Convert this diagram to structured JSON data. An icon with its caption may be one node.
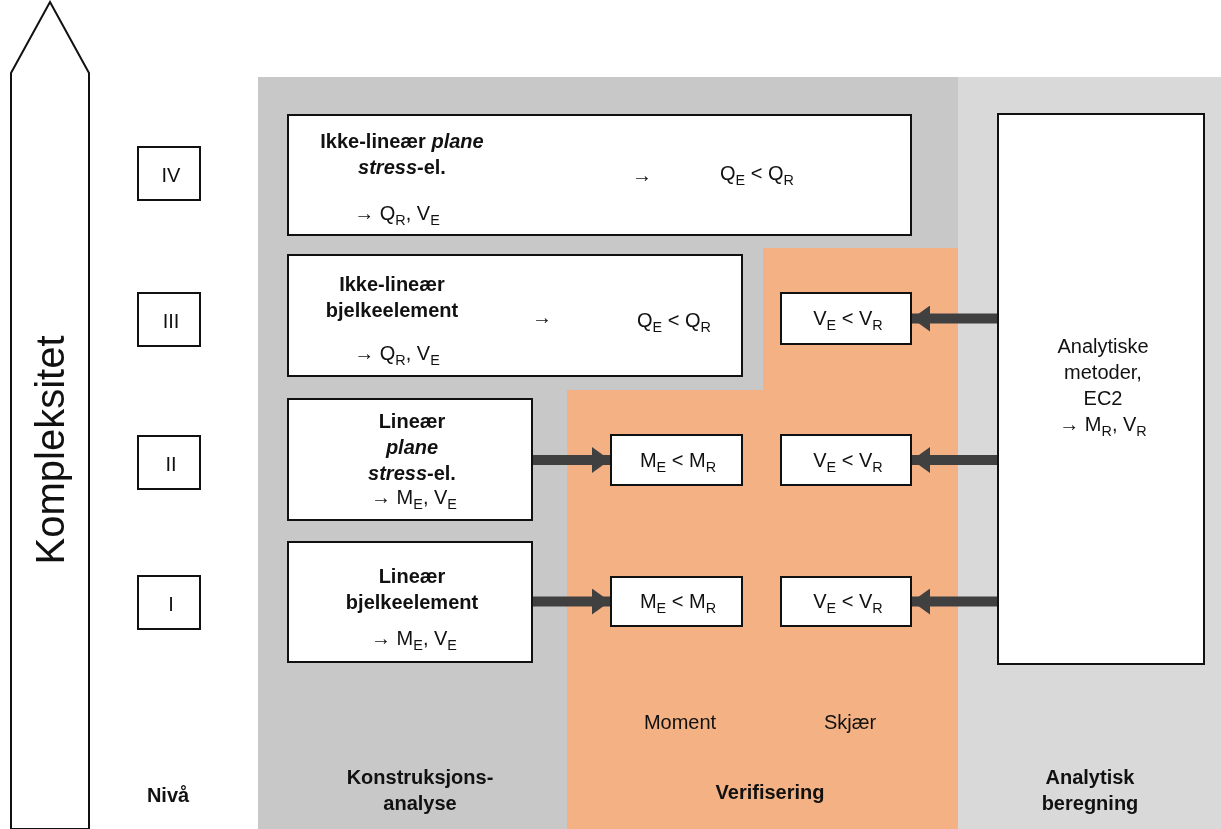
{
  "diagram": {
    "nodes": [
      {
        "text": [
          "Kompleksitet"
        ]
      },
      {
        "text": [
          "IV"
        ]
      },
      {
        "text": [
          "III"
        ]
      },
      {
        "text": [
          "II"
        ]
      },
      {
        "text": [
          "I"
        ]
      },
      {
        "text": [
          "Konstruksjons-analyse"
        ]
      },
      {
        "text": [
          "Moment",
          "Skjær",
          "Verifisering"
        ],
        "in": 5
      },
      {
        "text": [
          "Analytisk beregning"
        ]
      },
      {
        "text": [
          "Ikke-lineær *plane stress*-el.",
          "→ Q$_{R}$, V$_{E}$",
          "→",
          "Q$_{E}$ < Q$_{R}$"
        ],
        "in": 5
      },
      {
        "text": [
          "Ikke-lineær bjelkeelement",
          "→ Q$_{R}$, V$_{E}$",
          "→",
          "Q$_{E}$ < Q$_{R}$"
        ],
        "in": 5
      },
      {
        "text": [
          "V$_{E}$ < V$_{R}$"
        ],
        "in": 6
      },
      {
        "text": [
          "Lineær *plane stress*-el.",
          "→ M$_{E}$, V$_{E}$"
        ],
        "in": 5
      },
      {
        "text": [
          "M$_{E}$ < M$_{R}$"
        ],
        "in": 6
      },
      {
        "text": [
          "V$_{E}$ < V$_{R}$"
        ],
        "in": 6
      },
      {
        "text": [
          "Lineær bjelkeelement",
          "→ M$_{E}$, V$_{E}$"
        ],
        "in": 5
      },
      {
        "text": [
          "M$_{E}$ < M$_{R}$"
        ],
        "in": 6
      },
      {
        "text": [
          "V$_{E}$ < V$_{R}$"
        ],
        "in": 6
      },
      {
        "text": [
          "Analytiske metoder, EC2",
          "→ M$_{R}$, V$_{R}$"
        ],
        "in": 7
      }
    ],
    "edges": [
      {
        "from": 11,
        "to": 12,
        "arrow": "to"
      },
      {
        "from": 14,
        "to": 15,
        "arrow": "to"
      },
      {
        "from": 17,
        "to": 10,
        "arrow": "to"
      },
      {
        "from": 17,
        "to": 13,
        "arrow": "to"
      },
      {
        "from": 17,
        "to": 16,
        "arrow": "to"
      }
    ],
    "labels": [
      "Nivå"
    ]
  }
}
